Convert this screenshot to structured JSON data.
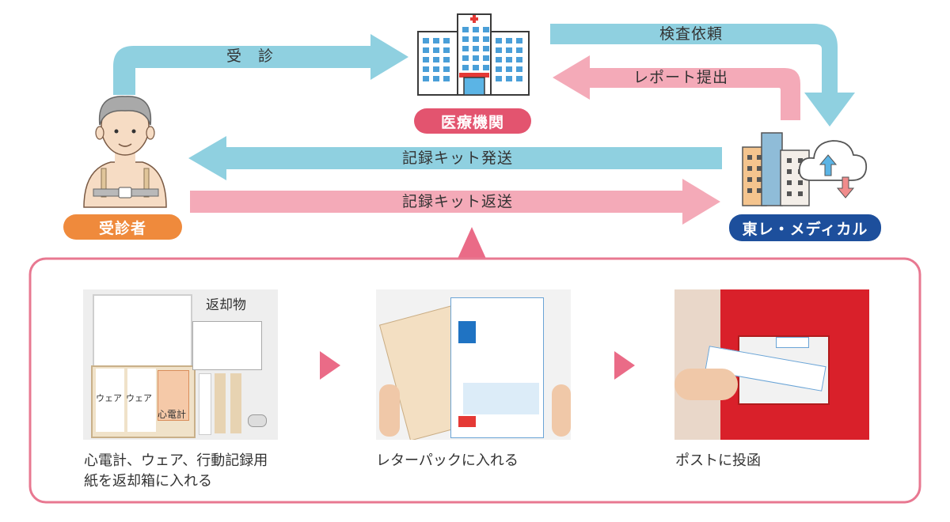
{
  "labels": {
    "consult": "受　診",
    "test_request": "検査依頼",
    "report_submit": "レポート提出",
    "kit_send": "記録キット発送",
    "kit_return": "記録キット返送"
  },
  "entities": {
    "patient": "受診者",
    "hospital": "医療機関",
    "company": "東レ・メディカル"
  },
  "steps": [
    {
      "caption_line1": "心電計、ウェア、行動記録用",
      "caption_line2": "紙を返却箱に入れる",
      "photo_heading": "返却物",
      "photo_wear1": "ウェア",
      "photo_wear2": "ウェア",
      "photo_device": "心電計"
    },
    {
      "caption": "レターパックに入れる"
    },
    {
      "caption": "ポストに投函"
    }
  ],
  "colors": {
    "blue_arrow": "#8fd0e0",
    "pink_arrow": "#f4aab8",
    "patient_pill": "#ef8a3c",
    "hospital_pill": "#e3546f",
    "company_pill": "#1d4f9c",
    "panel_border": "#e87891",
    "step_chevron": "#ea6b87"
  }
}
